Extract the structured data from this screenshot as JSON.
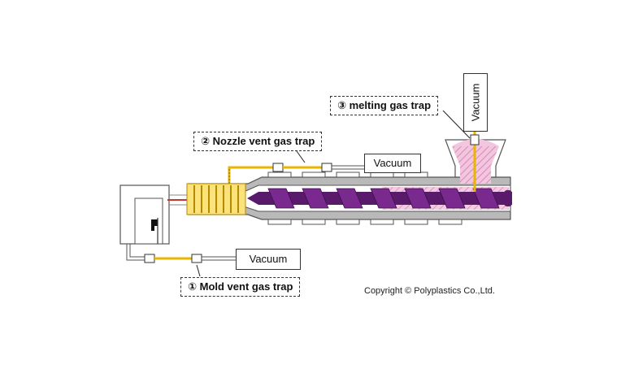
{
  "labels": {
    "melting_gas_trap": "③ melting gas trap",
    "nozzle_vent_gas_trap": "② Nozzle vent gas trap",
    "mold_vent_gas_trap": "① Mold vent gas trap"
  },
  "vacuum": {
    "top": "Vacuum",
    "middle": "Vacuum",
    "bottom": "Vacuum"
  },
  "copyright": "Copyright © Polyplastics Co.,Ltd.",
  "colors": {
    "screw": "#5a1a6b",
    "resin_pink": "#e9b3d4",
    "heater_yellow": "#f3c400",
    "barrel_gray": "#7a7a7a",
    "tube_yellow": "#e8b600"
  }
}
